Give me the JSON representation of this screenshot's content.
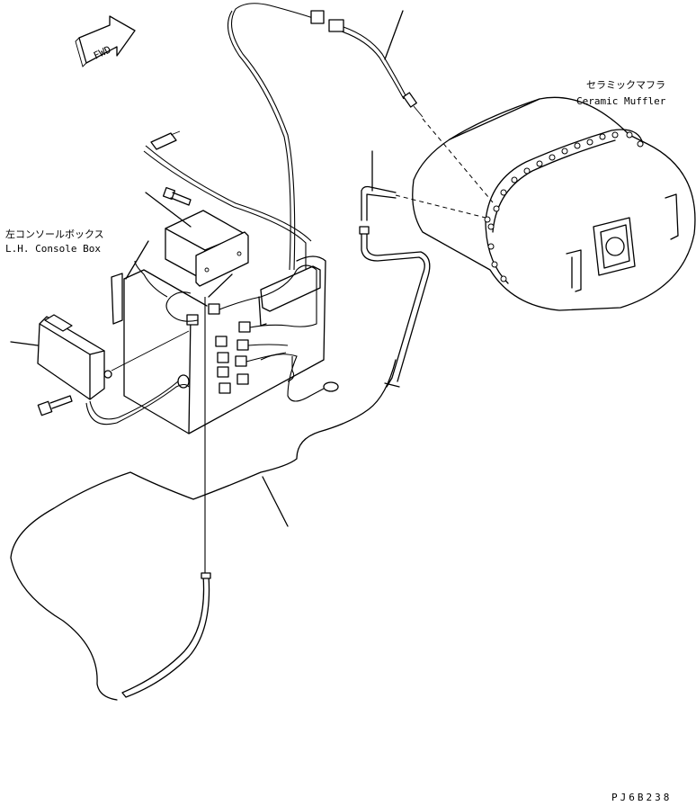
{
  "fwd_arrow": {
    "label": "FWD"
  },
  "labels": {
    "console_box_jp": "左コンソールボックス",
    "console_box_en": "L.H. Console Box",
    "muffler_jp": "セラミックマフラ",
    "muffler_en": "Ceramic Muffler"
  },
  "drawing_code": "PJ6B238"
}
